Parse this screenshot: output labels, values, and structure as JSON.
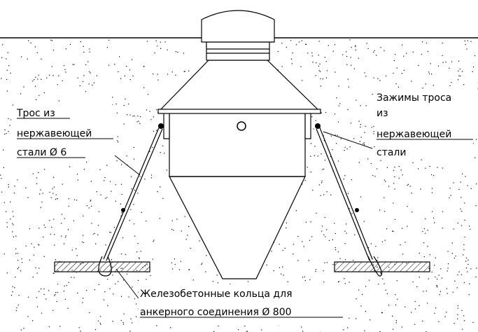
{
  "labels": {
    "left": [
      "Трос из",
      "нержавеющей",
      "стали Ø 6"
    ],
    "right": [
      "Зажимы троса",
      "из",
      "нержавеющей",
      "стали"
    ],
    "bottom": [
      "Железобетонные кольца для",
      "анкерного соединения Ø 800"
    ]
  },
  "colors": {
    "line": "#000000",
    "background": "#ffffff"
  }
}
